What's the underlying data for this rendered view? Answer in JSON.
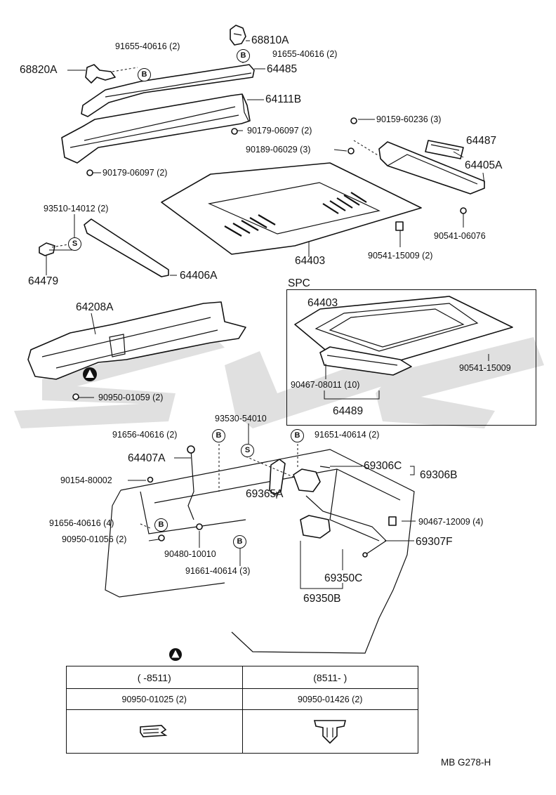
{
  "labels": {
    "p68810A": "68810A",
    "p91655_top_right": "91655-40616 (2)",
    "p91655_top_left": "91655-40616 (2)",
    "p68820A": "68820A",
    "p64485": "64485",
    "p64111B": "64111B",
    "p90179_mid": "90179-06097 (2)",
    "p90179_low": "90179-06097 (2)",
    "p90159": "90159-60236 (3)",
    "p90189": "90189-06029 (3)",
    "p64487": "64487",
    "p64405A": "64405A",
    "p93510": "93510-14012 (2)",
    "p90541_06076": "90541-06076",
    "p64479": "64479",
    "p64406A": "64406A",
    "p64403": "64403",
    "p90541_15009_2": "90541-15009 (2)",
    "spc_title": "SPC",
    "spc_64403": "64403",
    "spc_90541": "90541-15009",
    "spc_90467": "90467-08011 (10)",
    "spc_64489": "64489",
    "p64208A": "64208A",
    "p90950_01059": "90950-01059 (2)",
    "p93530": "93530-54010",
    "p91656_2": "91656-40616 (2)",
    "p91651": "91651-40614 (2)",
    "p64407A": "64407A",
    "p69306C": "69306C",
    "p69306B": "69306B",
    "p90154": "90154-80002",
    "p69365A": "69365A",
    "p91656_4": "91656-40616 (4)",
    "p90467_12009": "90467-12009 (4)",
    "p90950_01056": "90950-01056 (2)",
    "p90480": "90480-10010",
    "p69307F": "69307F",
    "p91661": "91661-40614 (3)",
    "p69350C": "69350C",
    "p69350B": "69350B",
    "footer_code": "MB  G278-H"
  },
  "badges": {
    "b": "B",
    "s": "S"
  },
  "legend": {
    "header_left": "(      -8511)",
    "header_right": "(8511-      )",
    "part_left": "90950-01025 (2)",
    "part_right": "90950-01426 (2)"
  }
}
